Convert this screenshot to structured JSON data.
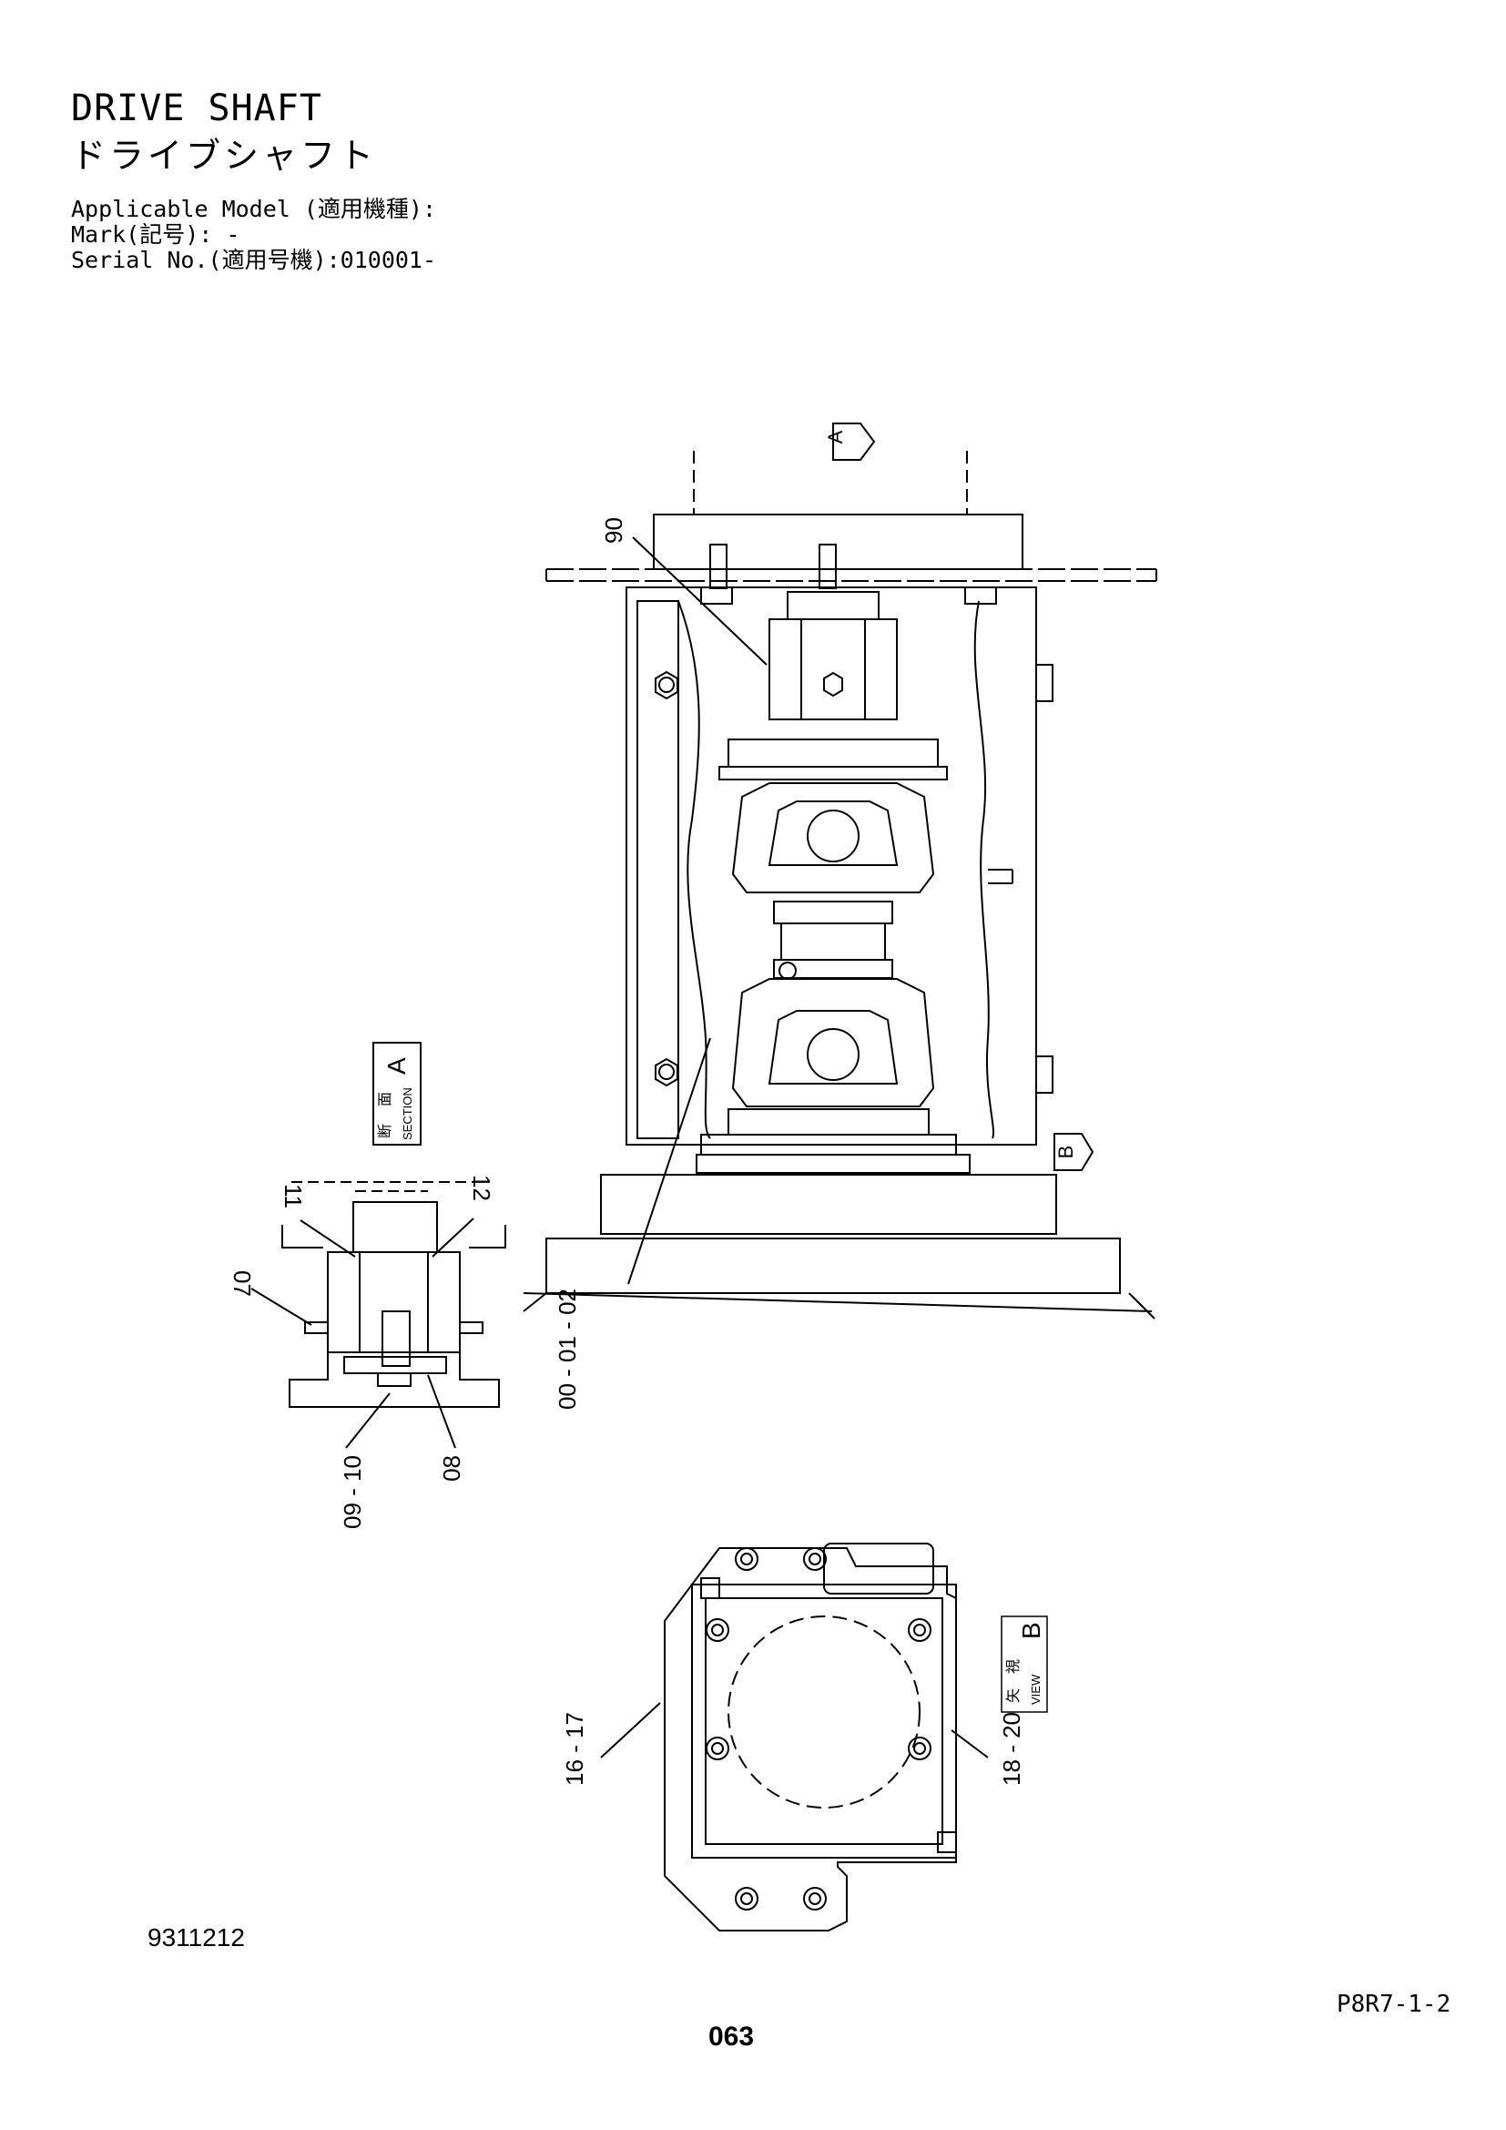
{
  "header": {
    "title_en": "DRIVE SHAFT",
    "title_ja": "ドライブシャフト",
    "applicable_model": "Applicable Model (適用機種):",
    "mark": "Mark(記号): -",
    "serial_no": "Serial No.(適用号機):010001-"
  },
  "callouts": {
    "section_marker": "A",
    "view_marker": "B",
    "p06": "06",
    "p00_01_02": "00 - 01 - 02",
    "p07": "07",
    "p11": "11",
    "p12": "12",
    "p08": "08",
    "p09_10": "09 - 10",
    "p16_17": "16 - 17",
    "p18_20": "18 - 20"
  },
  "section_label": {
    "ja1": "断",
    "ja2": "面",
    "en": "SECTION",
    "letter": "A"
  },
  "view_label": {
    "ja1": "矢",
    "ja2": "視",
    "en": "VIEW",
    "letter": "B"
  },
  "footer": {
    "doc_number": "9311212",
    "page_ref": "P8R7-1-2",
    "page_number": "063"
  }
}
